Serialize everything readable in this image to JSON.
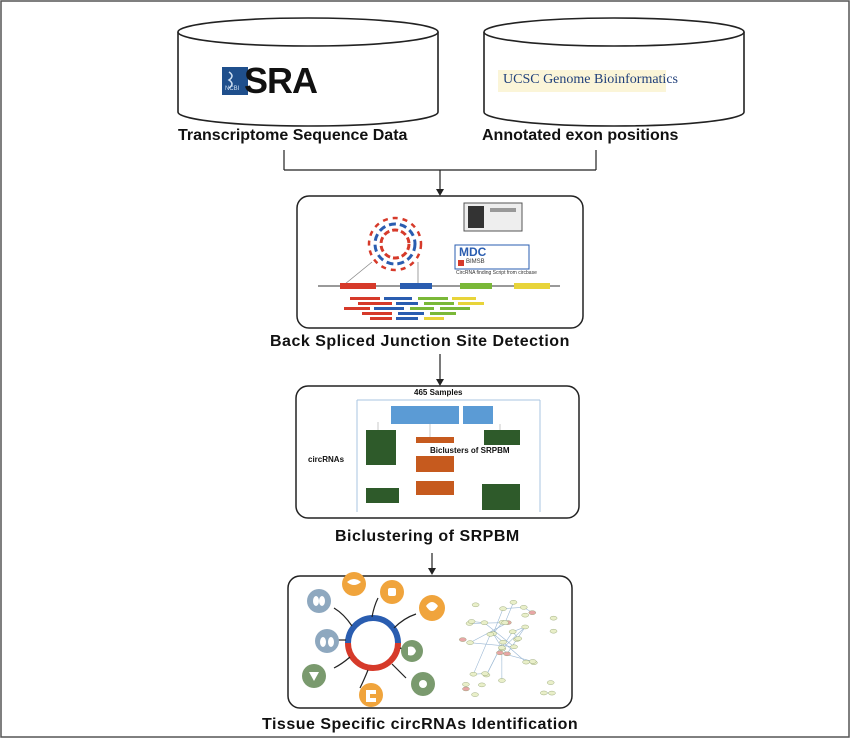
{
  "sources": {
    "sra": {
      "logo_small": "NCBI",
      "logo_text": "SRA",
      "caption": "Transcriptome Sequence Data"
    },
    "ucsc": {
      "logo_text": "UCSC Genome Bioinformatics",
      "caption": "Annotated exon positions"
    }
  },
  "step1": {
    "title": "Back Spliced Junction Site Detection",
    "mdc_text": "MDC",
    "mdc_sub": "BIMSB",
    "script_caption": "CircRNA finding Script from circbase"
  },
  "step2": {
    "title": "Biclustering of SRPBM",
    "samples_label": "465 Samples",
    "rows_label": "circRNAs",
    "biclusters_label": "Biclusters of SRPBM"
  },
  "step3": {
    "title": "Tissue Specific circRNAs Identification"
  },
  "colors": {
    "db_stroke": "#222222",
    "arrow": "#222222",
    "bicluster_blue": "#5b9bd5",
    "bicluster_green": "#2e5a2a",
    "bicluster_orange": "#c65a1e",
    "circ_red": "#d63a2a",
    "circ_blue": "#2a5db0",
    "icon_blue": "#8ea8bf",
    "icon_orange": "#f0a43c",
    "icon_green": "#7a9a6e"
  },
  "icons": [
    "kidney-icon",
    "liver-icon",
    "heart-icon",
    "lung-icon",
    "thyroid-icon",
    "stomach-icon",
    "intestine-icon",
    "uterus-icon",
    "fetus-icon"
  ]
}
